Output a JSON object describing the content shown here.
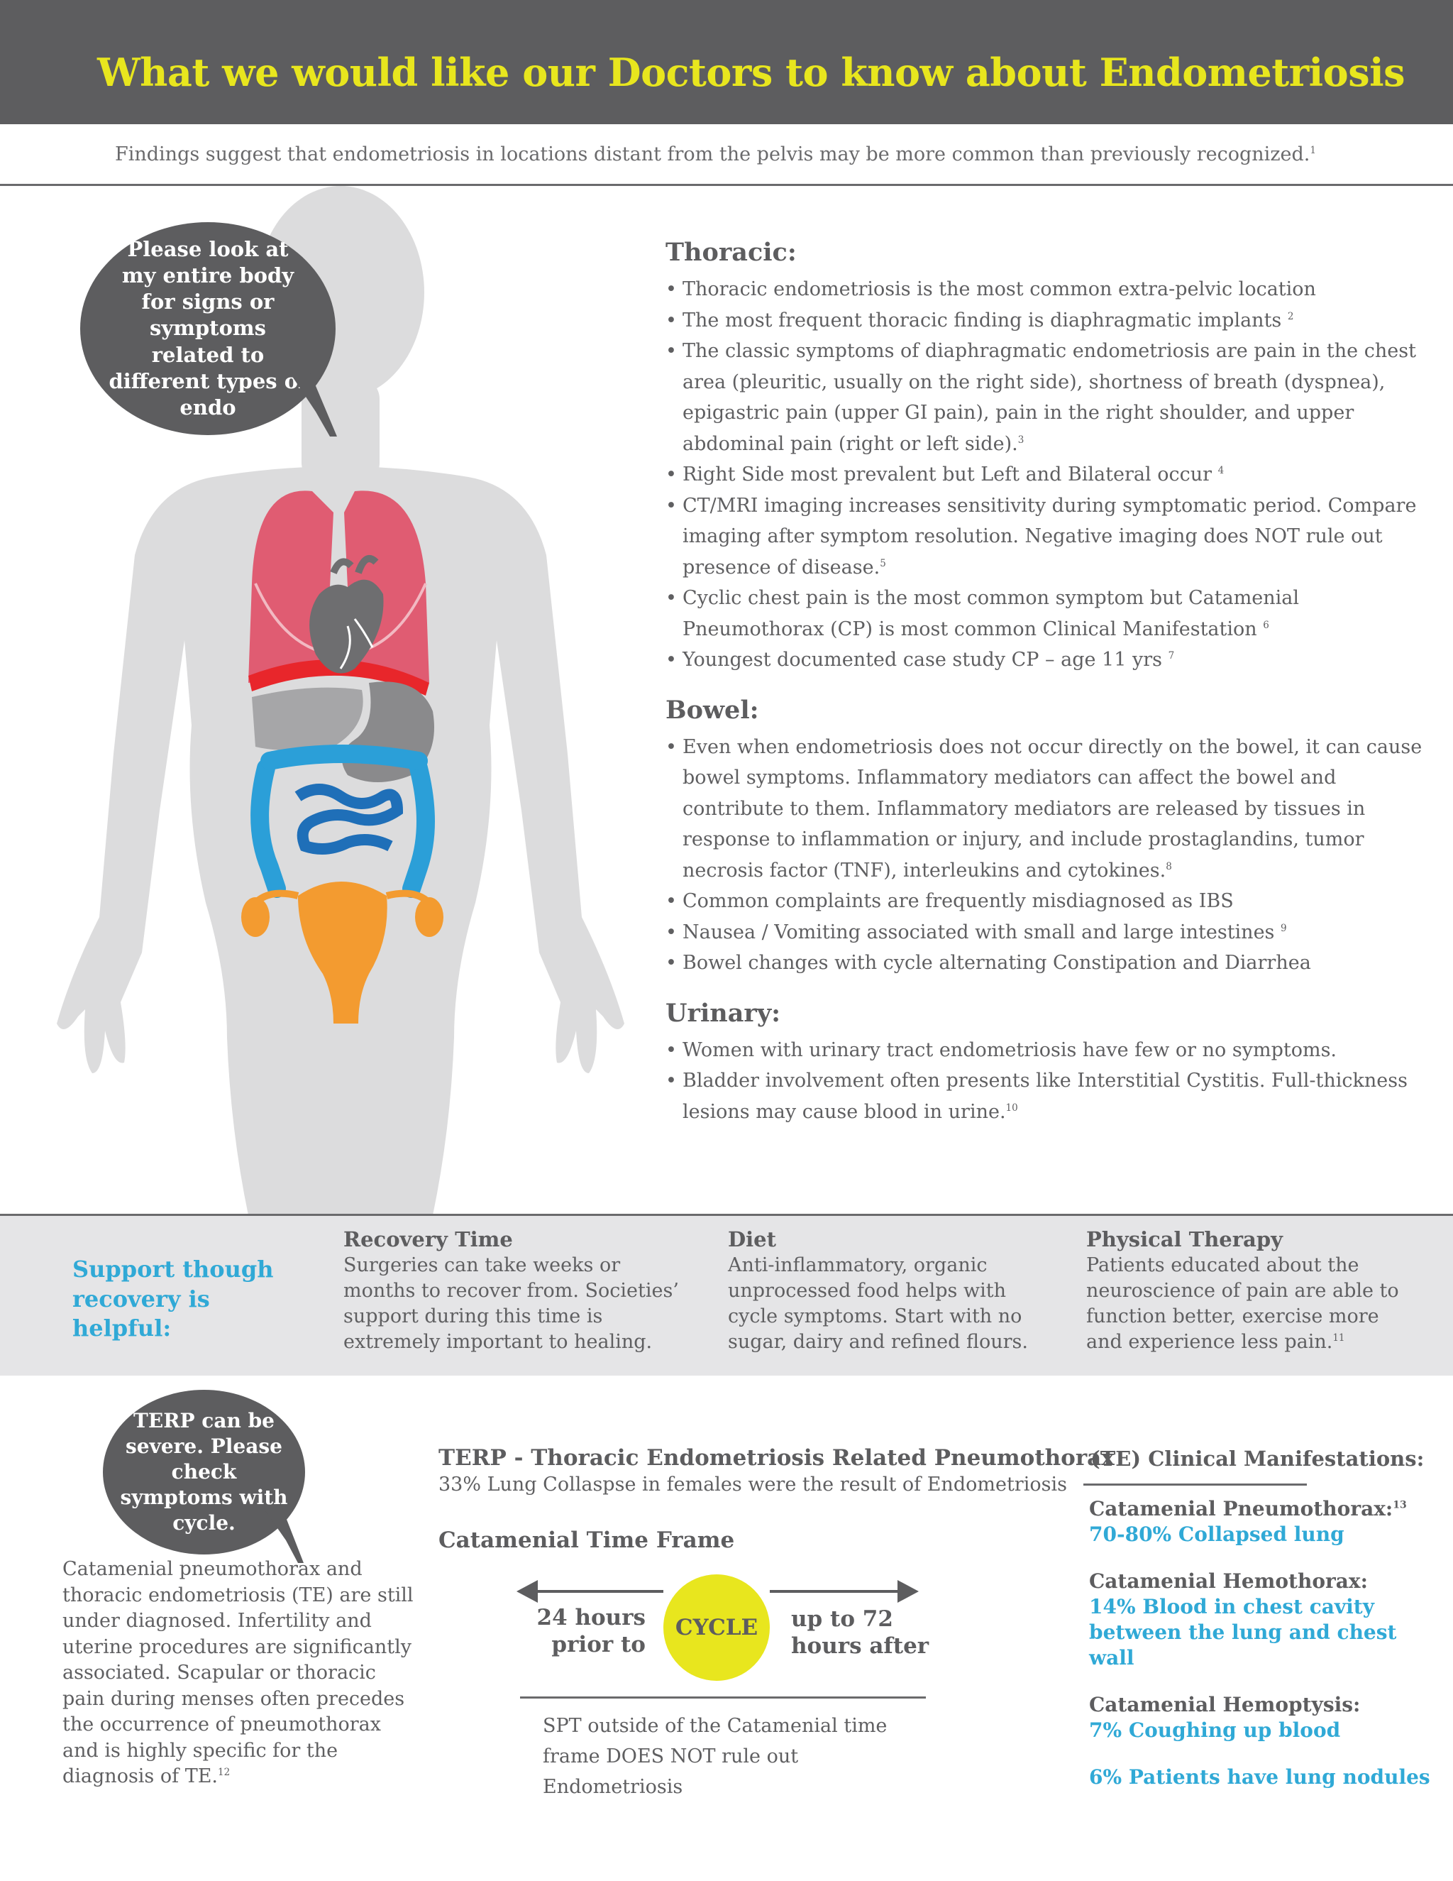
{
  "header": {
    "title": "What we would like our Doctors to know about Endometriosis"
  },
  "subtitle": {
    "text": "Findings suggest that endometriosis in locations distant from the pelvis may be more common than previously recognized.",
    "ref": "1"
  },
  "bubble_top": {
    "text": "Please look at my entire body for signs or symptoms related to different types of endo"
  },
  "sections": {
    "thoracic": {
      "title": "Thoracic:",
      "items": [
        {
          "text": "Thoracic endometriosis is the most common extra-pelvic location",
          "ref": ""
        },
        {
          "text": "The most frequent thoracic finding is diaphragmatic implants ",
          "ref": "2"
        },
        {
          "text": "The classic symptoms of diaphragmatic endometriosis are pain in the chest area (pleuritic, usually on the right side), shortness of breath (dyspnea), epigastric pain (upper GI pain), pain in the right shoulder, and upper abdominal pain (right or left side).",
          "ref": "3"
        },
        {
          "text": "Right Side most prevalent but Left and Bilateral occur ",
          "ref": "4"
        },
        {
          "text": "CT/MRI imaging increases sensitivity during symptomatic period. Compare imaging after symptom resolution. Negative imaging does NOT rule out presence of disease.",
          "ref": "5"
        },
        {
          "text": "Cyclic chest pain is the most common symptom but Catamenial Pneumothorax (CP) is most common Clinical Manifestation ",
          "ref": "6"
        },
        {
          "text": "Youngest documented case study CP – age 11 yrs ",
          "ref": "7"
        }
      ]
    },
    "bowel": {
      "title": "Bowel:",
      "items": [
        {
          "text": "Even when endometriosis does not occur directly on the bowel, it can cause bowel symptoms. Inflammatory mediators can affect the bowel and contribute to them. Inflammatory mediators are released by tissues in response to inflammation or injury, and include prostaglandins, tumor necrosis factor (TNF), interleukins and cytokines.",
          "ref": "8"
        },
        {
          "text": "Common complaints are frequently misdiagnosed as IBS",
          "ref": ""
        },
        {
          "text": "Nausea / Vomiting associated with small and large intestines ",
          "ref": "9"
        },
        {
          "text": "Bowel changes with cycle alternating Constipation and Diarrhea",
          "ref": ""
        }
      ]
    },
    "urinary": {
      "title": "Urinary:",
      "items": [
        {
          "text": "Women with urinary tract endometriosis have few or no symptoms.",
          "ref": ""
        },
        {
          "text": "Bladder involvement often presents like Interstitial Cystitis. Full-thickness lesions may cause blood in urine.",
          "ref": "10"
        }
      ]
    }
  },
  "support": {
    "title": "Support though recovery is helpful:",
    "columns": [
      {
        "heading": "Recovery Time",
        "text": "Surgeries can take weeks or months to recover from. Societies’ support during this time is extremely important to healing.",
        "ref": ""
      },
      {
        "heading": "Diet",
        "text": "Anti-inflammatory, organic unprocessed food helps with cycle symptoms. Start with no sugar, dairy and refined flours.",
        "ref": ""
      },
      {
        "heading": "Physical Therapy",
        "text": "Patients educated about the neuroscience of pain are able to function better, exercise more and experience less pain.",
        "ref": "11"
      }
    ]
  },
  "bubble_bottom": {
    "text": "TERP can be severe. Please check symptoms with cycle."
  },
  "bottom_left": {
    "text": "Catamenial pneumothorax and thoracic endometriosis (TE) are still under diagnosed. Infertility and uterine procedures are significantly associated. Scapular or thoracic pain during menses often precedes the occurrence of pneumothorax and is highly specific for the diagnosis of TE.",
    "ref": "12"
  },
  "terp": {
    "title": "TERP - Thoracic Endometriosis Related Pneumothorax",
    "subtitle": "33% Lung Collaspse in females were the result of Endometriosis",
    "time_frame_title": "Catamenial Time Frame",
    "left_label": "24 hours prior to",
    "cycle_label": "CYCLE",
    "right_label": "up to 72 hours after",
    "note": "SPT outside of the Catamenial time frame DOES NOT rule out Endometriosis"
  },
  "te": {
    "title": "(TE) Clinical Manifestations:",
    "items": [
      {
        "heading": "Catamenial Pneumothorax:",
        "ref": "13",
        "value": "70-80%  Collapsed lung"
      },
      {
        "heading": "Catamenial Hemothorax:",
        "ref": "",
        "value": "14% Blood in chest cavity between the lung and chest wall"
      },
      {
        "heading": "Catamenial Hemoptysis:",
        "ref": "",
        "value": "7% Coughing up blood"
      },
      {
        "heading": "",
        "ref": "",
        "value": "6% Patients have lung nodules"
      }
    ]
  },
  "colors": {
    "header_bg": "#5d5d5f",
    "title_yellow": "#e8e61e",
    "accent_blue": "#30a9d6",
    "lung_pink": "#e05c72",
    "diaphragm_red": "#e8262b",
    "intestine_blue": "#2b9fd8",
    "uterus_orange": "#f39b30",
    "body_gray": "#dcdcdd"
  }
}
